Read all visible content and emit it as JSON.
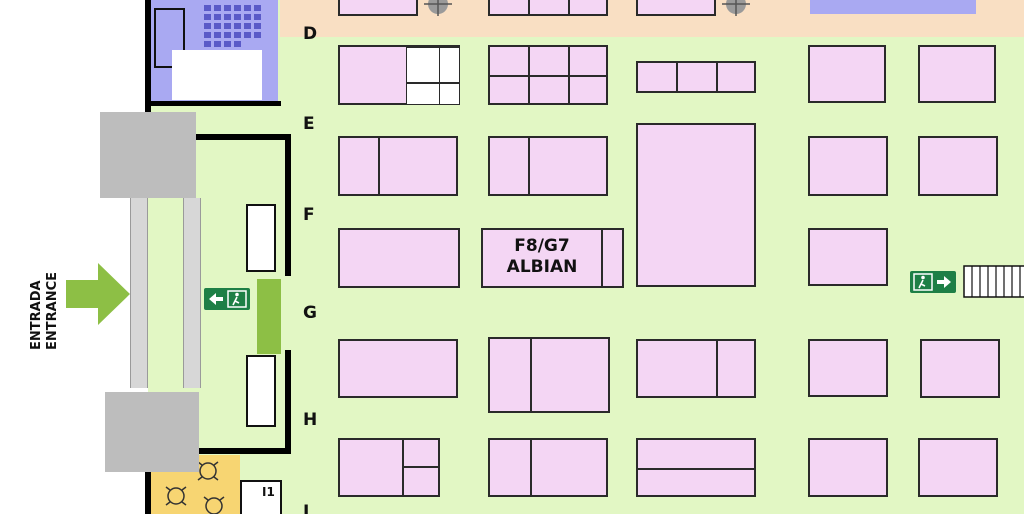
{
  "rows": [
    "D",
    "E",
    "F",
    "G",
    "H",
    "I"
  ],
  "entrance": {
    "spanish": "ENTRADA",
    "english": "ENTRANCE"
  },
  "highlighted_booth": {
    "code": "F8/G7",
    "name": "ALBIAN"
  },
  "service_room": {
    "label": "I1"
  },
  "colors": {
    "hall_floor": "#e2f7c4",
    "top_band": "#f9dfc3",
    "booth_fill": "#f4d6f4",
    "room_blue": "#a9a9f2",
    "cafe_yellow": "#f7d572",
    "entrance_arrow": "#8dbf45",
    "exit_sign": "#1e7f46",
    "column_grey": "#bdbdbd"
  },
  "icons": [
    "entrance-arrow-icon",
    "exit-sign-icon",
    "stairs-icon",
    "table-chairs-icon",
    "seating-grid-icon",
    "column-marker-icon"
  ]
}
